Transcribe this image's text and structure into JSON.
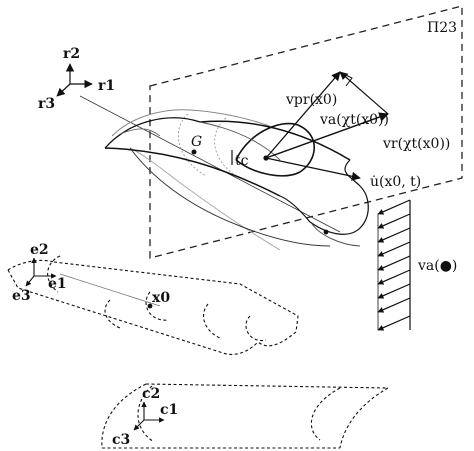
{
  "labels": {
    "plane": "Π23",
    "r2": "r2",
    "r3": "r3",
    "r1": "r1",
    "G": "G",
    "tc": "tc",
    "vpr": "vpr(x0)",
    "va_chi": "va(χt(x0))",
    "vr_chi": "vr(χt(x0))",
    "udot": "u̇(x0, t)",
    "va_dot": "va(●)",
    "e2": "e2",
    "e3": "e3",
    "e1": "e1",
    "x0": "x0",
    "c2": "c2",
    "c1": "c1",
    "c3": "c3"
  },
  "icons": {
    "plane_boundary": "dashed-rectangle",
    "velocity_profile": "arrow-field"
  }
}
